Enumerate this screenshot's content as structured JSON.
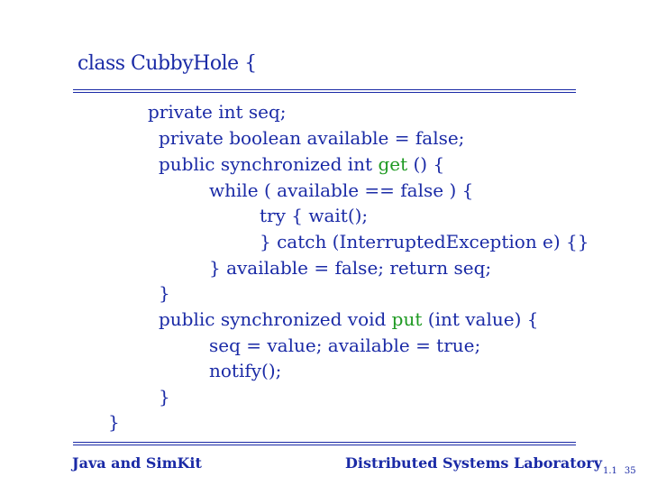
{
  "slide": {
    "title": "class CubbyHole {",
    "code_lines": [
      {
        "text": "private int seq;"
      },
      {
        "text": "private boolean available = false;"
      },
      {
        "pre": "public synchronized int ",
        "hl": "get",
        "post": " () {"
      },
      {
        "text": "while ( available == false ) {"
      },
      {
        "text": "try { wait();"
      },
      {
        "text": "} catch (InterruptedException e) {}"
      },
      {
        "text": "}  available = false;  return seq;"
      },
      {
        "text": "}"
      },
      {
        "pre": "public synchronized void ",
        "hl": "put",
        "post": " (int value) {"
      },
      {
        "text": "seq = value;  available = true;"
      },
      {
        "text": "notify();"
      },
      {
        "text": "}"
      },
      {
        "text": "}"
      }
    ],
    "footer_left": "Java and SimKit",
    "footer_right": "Distributed Systems Laboratory",
    "section_num": "1.1",
    "page_num": "35"
  },
  "colors": {
    "text": "#1a2aa6",
    "highlight": "#1e9a22"
  }
}
